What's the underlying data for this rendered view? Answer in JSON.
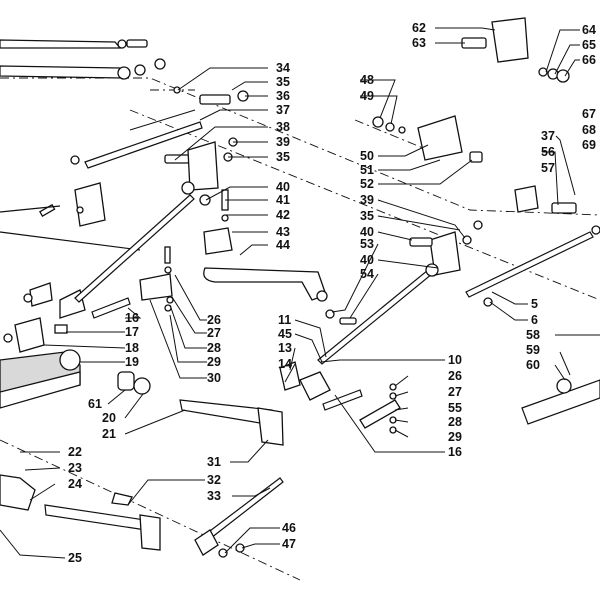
{
  "labels": {
    "l34": "34",
    "l35a": "35",
    "l36": "36",
    "l37a": "37",
    "l38": "38",
    "l39a": "39",
    "l35b": "35",
    "l40a": "40",
    "l41": "41",
    "l42": "42",
    "l43": "43",
    "l44": "44",
    "l26a": "26",
    "l27a": "27",
    "l28a": "28",
    "l29a": "29",
    "l30": "30",
    "l16a": "16",
    "l17": "17",
    "l18": "18",
    "l19": "19",
    "l61": "61",
    "l20": "20",
    "l21": "21",
    "l22": "22",
    "l23": "23",
    "l24": "24",
    "l25": "25",
    "l31": "31",
    "l32": "32",
    "l33": "33",
    "l46": "46",
    "l47": "47",
    "l62": "62",
    "l63": "63",
    "l64": "64",
    "l65": "65",
    "l66": "66",
    "l67": "67",
    "l68": "68",
    "l69": "69",
    "l48": "48",
    "l49": "49",
    "l50": "50",
    "l51": "51",
    "l52": "52",
    "l37b": "37",
    "l56": "56",
    "l57": "57",
    "l39b": "39",
    "l35c": "35",
    "l40b": "40",
    "l53": "53",
    "l40c": "40",
    "l54": "54",
    "l11": "11",
    "l45": "45",
    "l13": "13",
    "l14": "14",
    "l10": "10",
    "l26b": "26",
    "l27b": "27",
    "l55": "55",
    "l28b": "28",
    "l29b": "29",
    "l16b": "16",
    "l5": "5",
    "l6": "6",
    "l58": "58",
    "l59": "59",
    "l60": "60"
  }
}
